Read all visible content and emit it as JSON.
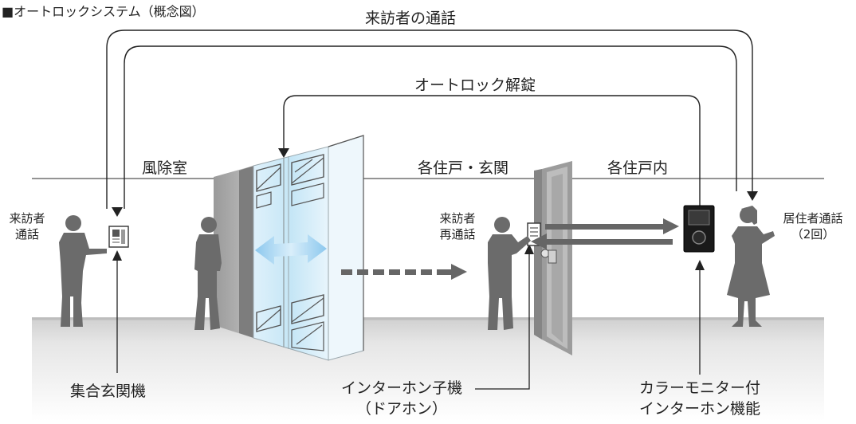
{
  "title": "■オートロックシステム（概念図）",
  "flows": {
    "visitor_call": "来訪者の通話",
    "auto_unlock": "オートロック解錠"
  },
  "zones": {
    "vestibule": "風除室",
    "unit_entrance": "各住戸・玄関",
    "unit_interior": "各住戸内"
  },
  "people": {
    "visitor_call_line1": "来訪者",
    "visitor_call_line2": "通話",
    "visitor_recall_line1": "来訪者",
    "visitor_recall_line2": "再通話",
    "resident_line1": "居住者通話",
    "resident_line2": "（2回）"
  },
  "devices": {
    "lobby_panel": "集合玄関機",
    "door_intercom_line1": "インターホン子機",
    "door_intercom_line2": "（ドアホン）",
    "monitor_line1": "カラーモニター付",
    "monitor_line2": "インターホン機能"
  },
  "colors": {
    "line": "#222222",
    "floor": "#d6d6d6",
    "silhouette": "#6b6b6b",
    "glass": "#cfe9f7",
    "arrow_blue": "#8cc8ee",
    "arrow_gray": "#666666"
  }
}
